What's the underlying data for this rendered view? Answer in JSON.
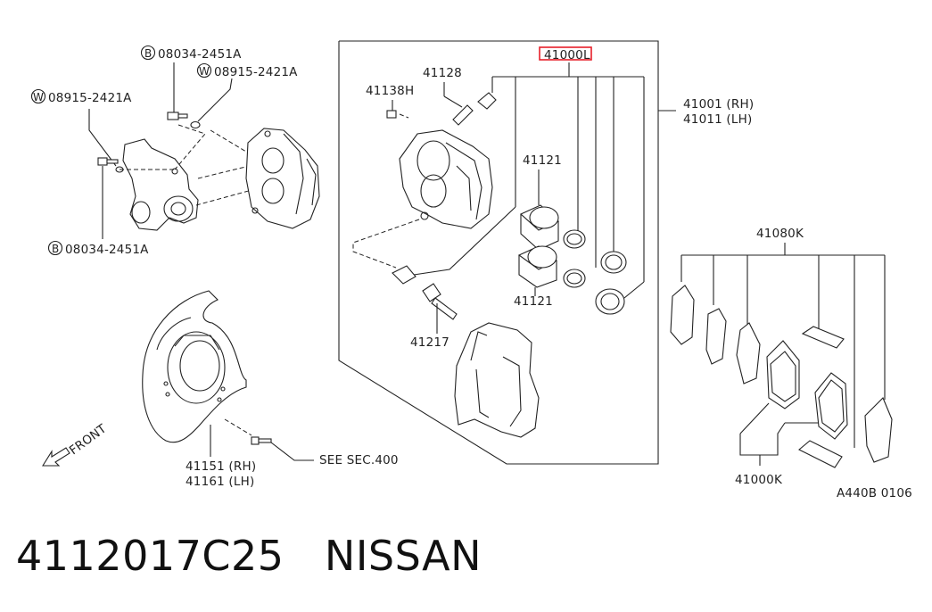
{
  "labels": {
    "bolt_b_top": "08034-2451A",
    "washer_w_top": "08915-2421A",
    "washer_w_left": "08915-2421A",
    "bolt_b_bottom": "08034-2451A",
    "prefix_b": "B",
    "prefix_w": "W",
    "caliper_kit_highlight": "41000L",
    "bleeder": "41128",
    "cap": "41138H",
    "caliper_rh": "41001 (RH)",
    "caliper_lh": "41011 (LH)",
    "piston_top": "41121",
    "piston_bottom": "41121",
    "pin_bolt": "41217",
    "pad_kit": "41080K",
    "pad_set": "41000K",
    "plate_rh": "41151 (RH)",
    "plate_lh": "41161 (LH)",
    "see_sec": "SEE SEC.400",
    "front": "FRONT",
    "ref_code": "A440B 0106"
  },
  "caption": {
    "part_number": "4112017C25",
    "brand": "NISSAN"
  },
  "colors": {
    "highlight": "#e8202a",
    "line": "#222222"
  }
}
